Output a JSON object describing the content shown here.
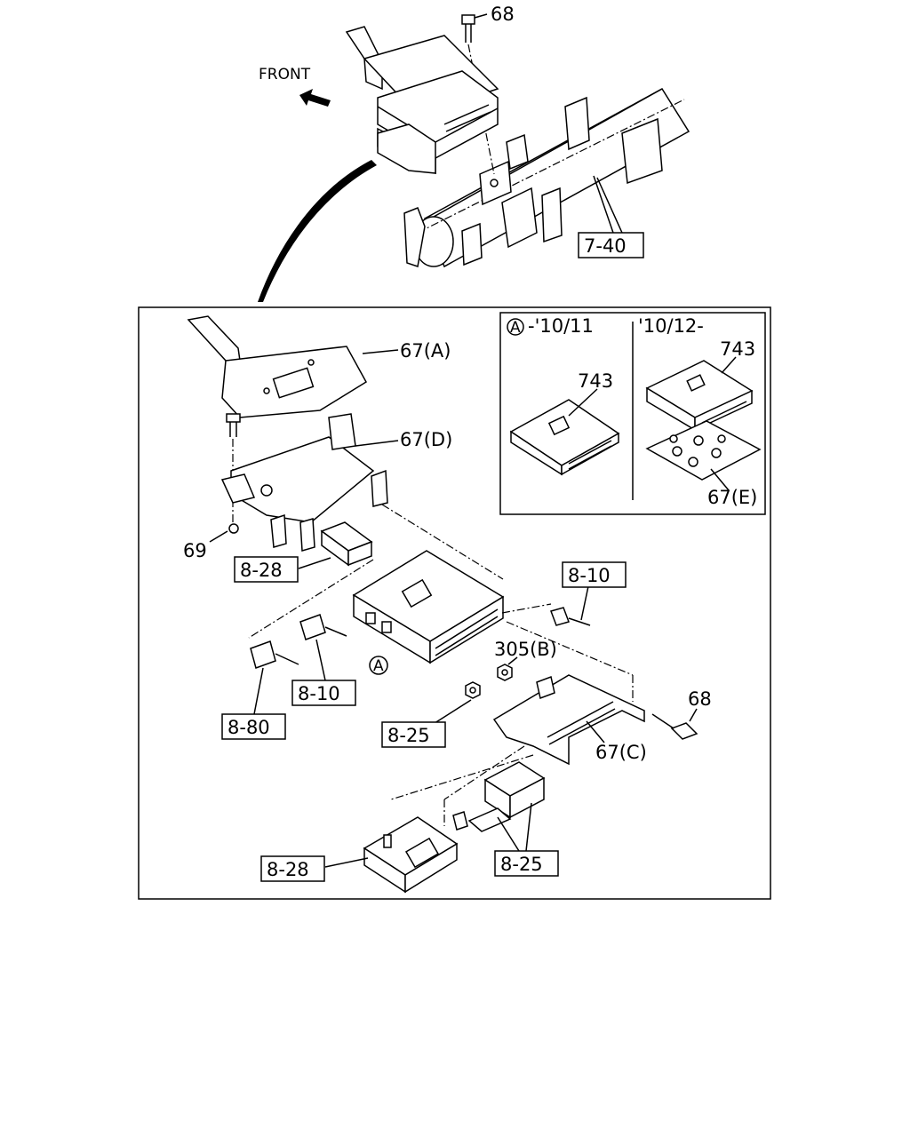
{
  "diagram": {
    "front_label": "FRONT",
    "refs": {
      "r740": "7-40",
      "r828a": "8-28",
      "r810a": "8-10",
      "r810b": "8-10",
      "r880": "8-80",
      "r825a": "8-25",
      "r828b": "8-28",
      "r825b": "8-25"
    },
    "callouts": {
      "c68top": "68",
      "c67a": "67(A)",
      "c67d": "67(D)",
      "c69": "69",
      "c305b": "305(B)",
      "c68right": "68",
      "c67c": "67(C)",
      "cA": "A"
    },
    "inset": {
      "left_marker": "A",
      "left_period": "-'10/11",
      "right_period": "'10/12-",
      "left_part": "743",
      "right_part": "743",
      "right_bracket": "67(E)"
    }
  }
}
